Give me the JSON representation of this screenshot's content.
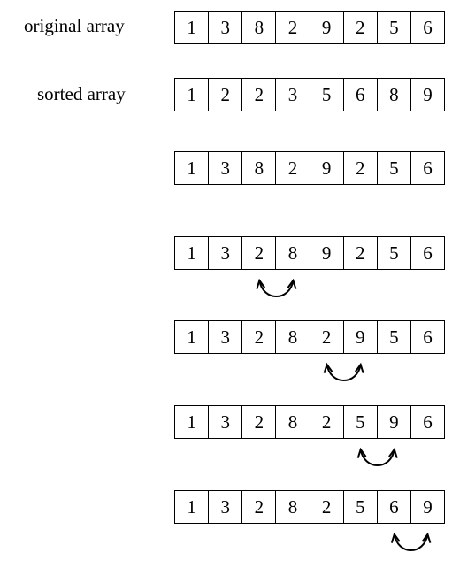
{
  "labels": {
    "original": "original array",
    "sorted": "sorted array"
  },
  "arrays": [
    {
      "name": "original",
      "values": [
        "1",
        "3",
        "8",
        "2",
        "9",
        "2",
        "5",
        "6"
      ],
      "swap": null
    },
    {
      "name": "sorted",
      "values": [
        "1",
        "2",
        "2",
        "3",
        "5",
        "6",
        "8",
        "9"
      ],
      "swap": null
    },
    {
      "name": "step-0",
      "values": [
        "1",
        "3",
        "8",
        "2",
        "9",
        "2",
        "5",
        "6"
      ],
      "swap": null
    },
    {
      "name": "step-1",
      "values": [
        "1",
        "3",
        "2",
        "8",
        "9",
        "2",
        "5",
        "6"
      ],
      "swap": [
        2,
        3
      ]
    },
    {
      "name": "step-2",
      "values": [
        "1",
        "3",
        "2",
        "8",
        "2",
        "9",
        "5",
        "6"
      ],
      "swap": [
        4,
        5
      ]
    },
    {
      "name": "step-3",
      "values": [
        "1",
        "3",
        "2",
        "8",
        "2",
        "5",
        "9",
        "6"
      ],
      "swap": [
        5,
        6
      ]
    },
    {
      "name": "step-4",
      "values": [
        "1",
        "3",
        "2",
        "8",
        "2",
        "5",
        "6",
        "9"
      ],
      "swap": [
        6,
        7
      ]
    }
  ],
  "colors": {
    "stroke": "#000000",
    "background": "#ffffff"
  },
  "icons": {
    "swap": "curved-swap-arrow-icon"
  }
}
